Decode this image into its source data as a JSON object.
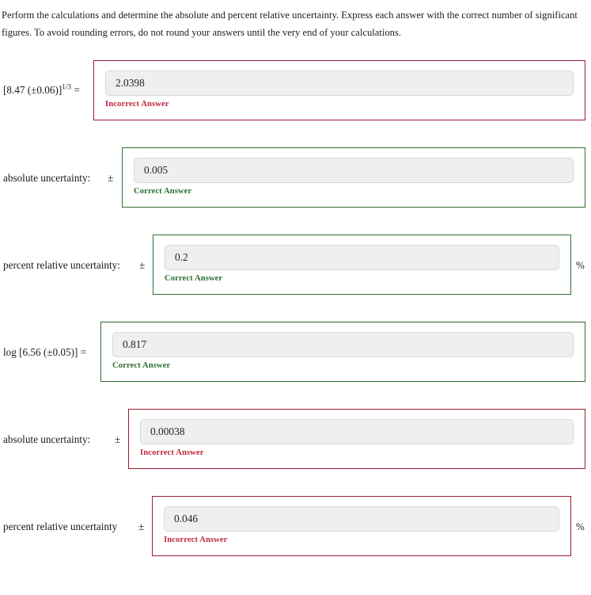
{
  "instructions": "Perform the calculations and determine the absolute and percent relative uncertainty. Express each answer with the correct number of significant figures. To avoid rounding errors, do not round your answers until the very end of your calculations.",
  "colors": {
    "incorrect": "#c0283c",
    "incorrect_border": "#9b1b30",
    "correct": "#2e7031",
    "correct_border": "#2e7031",
    "input_background": "#efeff0"
  },
  "symbols": {
    "plus_minus": "±",
    "percent": "%"
  },
  "rows": [
    {
      "id": "cube-root-expression",
      "label_pre": "[8.47 (±0.06)]",
      "label_sup": "1/3",
      "label_post": " =",
      "has_plus_minus": false,
      "has_percent": false,
      "value": "2.0398",
      "status": "Incorrect Answer",
      "state": "incorrect"
    },
    {
      "id": "absolute-uncertainty-1",
      "label_pre": "absolute uncertainty:",
      "label_sup": "",
      "label_post": "",
      "has_plus_minus": true,
      "has_percent": false,
      "value": "0.005",
      "status": "Correct Answer",
      "state": "correct"
    },
    {
      "id": "percent-relative-uncertainty-1",
      "label_pre": "percent relative uncertainty:",
      "label_sup": "",
      "label_post": "",
      "has_plus_minus": true,
      "has_percent": true,
      "value": "0.2",
      "status": "Correct Answer",
      "state": "correct"
    },
    {
      "id": "log-expression",
      "label_pre": "log [6.56 (±0.05)] =",
      "label_sup": "",
      "label_post": "",
      "has_plus_minus": false,
      "has_percent": false,
      "value": "0.817",
      "status": "Correct Answer",
      "state": "correct"
    },
    {
      "id": "absolute-uncertainty-2",
      "label_pre": "absolute uncertainty:",
      "label_sup": "",
      "label_post": "",
      "has_plus_minus": true,
      "has_percent": false,
      "value": "0.00038",
      "status": "Incorrect Answer",
      "state": "incorrect"
    },
    {
      "id": "percent-relative-uncertainty-2",
      "label_pre": "percent relative uncertainty",
      "label_sup": "",
      "label_post": "",
      "has_plus_minus": true,
      "has_percent": true,
      "value": "0.046",
      "status": "Incorrect Answer",
      "state": "incorrect"
    }
  ]
}
